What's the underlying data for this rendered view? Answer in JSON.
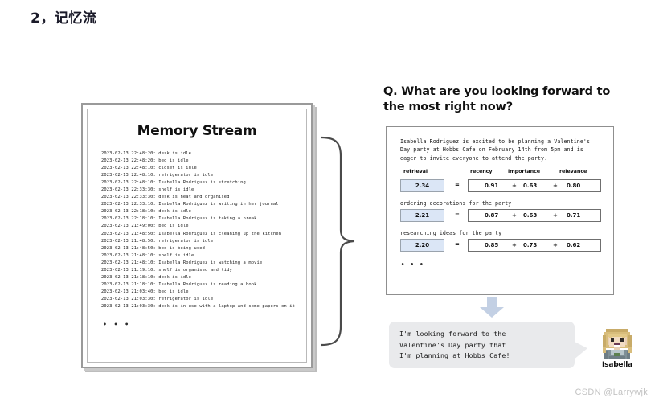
{
  "slide": {
    "title": "2，记忆流",
    "watermark": "CSDN @Larrywjk"
  },
  "memory_stream": {
    "heading": "Memory Stream",
    "ellipsis": "• • •",
    "lines": [
      "2023-02-13 22:48:20: desk is idle",
      "2023-02-13 22:48:20: bed is idle",
      "2023-02-13 22:48:10: closet is idle",
      "2023-02-13 22:48:10: refrigerator is idle",
      "2023-02-13 22:48:10: Isabella Rodriguez is stretching",
      "2023-02-13 22:33:30: shelf is idle",
      "2023-02-13 22:33:30: desk is neat and organised",
      "2023-02-13 22:33:10: Isabella Rodriguez is writing in her journal",
      "2023-02-13 22:18:10: desk is idle",
      "2023-02-13 22:18:10: Isabella Rodriguez is taking a break",
      "2023-02-13 21:49:00: bed is idle",
      "2023-02-13 21:48:50: Isabella Rodriguez is cleaning up the kitchen",
      "2023-02-13 21:48:50: refrigerator is idle",
      "2023-02-13 21:48:50: bed is being used",
      "2023-02-13 21:48:10: shelf is idle",
      "2023-02-13 21:48:10: Isabella Rodriguez is watching a movie",
      "2023-02-13 21:19:10: shelf is organised and tidy",
      "2023-02-13 21:18:10: desk is idle",
      "2023-02-13 21:18:10: Isabella Rodriguez is reading a book",
      "2023-02-13 21:03:40: bed is idle",
      "2023-02-13 21:03:30: refrigerator is idle",
      "2023-02-13 21:03:30: desk is in use with a laptop and some papers on it"
    ]
  },
  "question": "Q. What are you looking forward to the most right now?",
  "retrieval": {
    "columns": {
      "retrieval": "retrieval",
      "recency": "recency",
      "importance": "importance",
      "relevance": "relevance"
    },
    "plus": "+",
    "equals": "=",
    "ellipsis": "• • •",
    "rows": [
      {
        "memo": "Isabella Rodriguez is excited to be planning a Valentine's Day party at Hobbs Cafe on February 14th from 5pm and is eager to invite everyone to attend the party.",
        "score": "2.34",
        "recency": "0.91",
        "importance": "0.63",
        "relevance": "0.80"
      },
      {
        "memo": "ordering decorations for the party",
        "score": "2.21",
        "recency": "0.87",
        "importance": "0.63",
        "relevance": "0.71"
      },
      {
        "memo": "researching ideas for the party",
        "score": "2.20",
        "recency": "0.85",
        "importance": "0.73",
        "relevance": "0.62"
      }
    ]
  },
  "answer": {
    "line1": "I'm looking forward to the",
    "line2": "Valentine's Day party that",
    "line3": "I'm planning at Hobbs Cafe!",
    "avatar_name": "Isabella"
  },
  "colors": {
    "score_fill": "#dbe6f6",
    "bubble": "#e9eaec",
    "arrow": "#c3d0e4",
    "panel_border": "#8f8f8f"
  }
}
